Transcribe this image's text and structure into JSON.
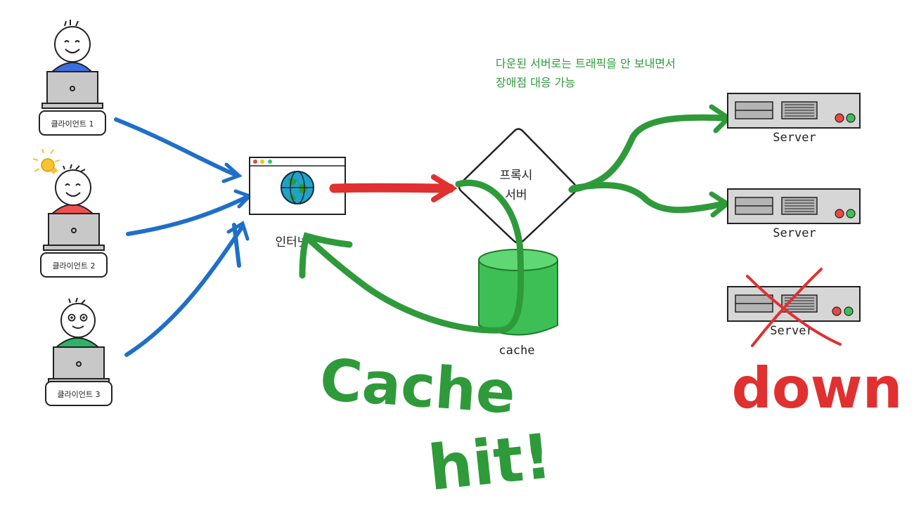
{
  "clients": [
    {
      "label": "클라이언트 1",
      "shirt_color": "#3b6fe0",
      "face": "smile"
    },
    {
      "label": "클라이언트 2",
      "shirt_color": "#f05050",
      "face": "smile",
      "idea_icon": "lightbulb-icon"
    },
    {
      "label": "클라이언트 3",
      "shirt_color": "#2db36a",
      "face": "wide-eyes"
    }
  ],
  "internet": {
    "label": "인터넷",
    "icon": "globe-icon"
  },
  "proxy": {
    "label_line1": "프록시",
    "label_line2": "서버"
  },
  "cache": {
    "label": "cache",
    "color": "#3dbf55"
  },
  "note": {
    "line1": "다운된 서버로는 트래픽을 안 보내면서",
    "line2": "장애점 대응 가능",
    "color": "#2e9a3a"
  },
  "servers": [
    {
      "label": "Server",
      "status": "up"
    },
    {
      "label": "Server",
      "status": "up"
    },
    {
      "label": "Server",
      "status": "down"
    }
  ],
  "annotations": {
    "cache_hit_line1": "Cache",
    "cache_hit_line2": "hit!",
    "cache_hit_color": "#2e9a3a",
    "down": "down",
    "down_color": "#e03030"
  },
  "colors": {
    "blue_arrow": "#1f6fc8",
    "red_arrow": "#e03030",
    "green_arrow": "#2e9a3a"
  }
}
